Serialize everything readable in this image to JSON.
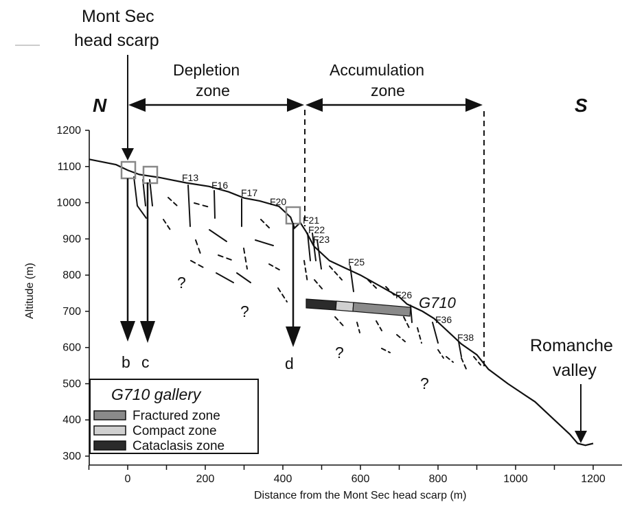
{
  "figure": {
    "head_scarp_label": [
      "Mont Sec",
      "head scarp"
    ],
    "depletion_label": [
      "Depletion",
      "zone"
    ],
    "accumulation_label": [
      "Accumulation",
      "zone"
    ],
    "north_label": "N",
    "south_label": "S",
    "valley_label": [
      "Romanche",
      "valley"
    ],
    "gallery_name": "G710",
    "view_labels": [
      "b",
      "c",
      "d"
    ],
    "question_mark": "?",
    "fault_labels": [
      "F13",
      "F16",
      "F17",
      "F20",
      "F21",
      "F22",
      "F23",
      "F25",
      "F26",
      "F36",
      "F38"
    ]
  },
  "axes": {
    "xlabel": "Distance from the Mont Sec head scarp (m)",
    "ylabel": "Altitude (m)",
    "xlim": [
      -100,
      1230
    ],
    "ylim": [
      300,
      1200
    ],
    "xticks": [
      "0",
      "200",
      "400",
      "600",
      "800",
      "1000",
      "1200"
    ],
    "yticks": [
      "300",
      "400",
      "500",
      "600",
      "700",
      "800",
      "900",
      "1000",
      "1100",
      "1200"
    ]
  },
  "legend": {
    "title": "G710 gallery",
    "items": [
      {
        "label": "Fractured zone",
        "color": "#8a8a8a"
      },
      {
        "label": "Compact zone",
        "color": "#d0d0d0"
      },
      {
        "label": "Cataclasis zone",
        "color": "#2b2b2b"
      }
    ]
  },
  "chart_data": {
    "type": "line",
    "title": "",
    "xlabel": "Distance from the Mont Sec head scarp (m)",
    "ylabel": "Altitude (m)",
    "xlim": [
      -100,
      1230
    ],
    "ylim": [
      300,
      1200
    ],
    "series": [
      {
        "x": [
          -100,
          -30,
          0,
          30,
          80,
          150,
          210,
          260,
          300,
          340,
          390,
          420,
          430,
          445,
          460,
          480,
          520,
          560,
          600,
          650,
          700,
          720,
          760,
          790,
          810,
          840,
          860,
          900,
          930,
          980,
          1050,
          1100,
          1140,
          1160,
          1180,
          1200
        ],
        "y": [
          1120,
          1105,
          1090,
          1078,
          1070,
          1055,
          1045,
          1030,
          1013,
          1005,
          990,
          960,
          930,
          945,
          920,
          880,
          840,
          820,
          800,
          770,
          740,
          720,
          700,
          680,
          660,
          630,
          610,
          580,
          540,
          500,
          450,
          400,
          360,
          335,
          330,
          335
        ]
      }
    ],
    "grid": false
  }
}
